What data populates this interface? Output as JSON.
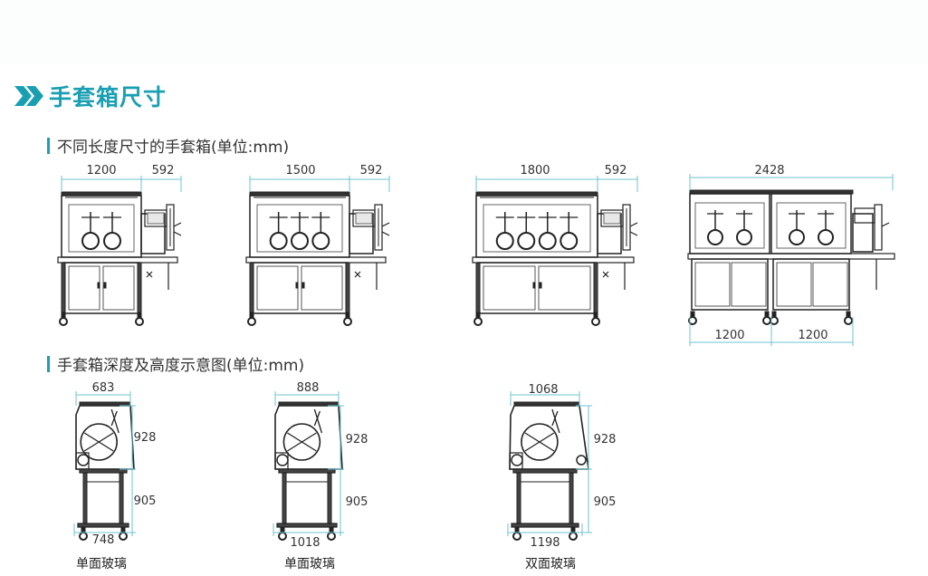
{
  "title": "手套箱尺寸",
  "section1": "不同长度尺寸的手套箱(单位:mm)",
  "section2": "手套箱深度及高度示意图(单位:mm)",
  "front_views": [
    {
      "length": "1200",
      "side": "592",
      "gloves": 2
    },
    {
      "length": "1500",
      "side": "592",
      "gloves": 3
    },
    {
      "length": "1800",
      "side": "592",
      "gloves": 4
    }
  ],
  "double_view": {
    "total": "2428",
    "unit_left": "1200",
    "unit_right": "1200"
  },
  "side_views": [
    {
      "top": "683",
      "glove_h": "928",
      "stand_h": "905",
      "bottom": "748",
      "caption": "单面玻璃"
    },
    {
      "top": "888",
      "glove_h": "928",
      "stand_h": "905",
      "bottom": "1018",
      "caption": "单面玻璃"
    },
    {
      "top": "1068",
      "glove_h": "928",
      "stand_h": "905",
      "bottom": "1198",
      "caption": "双面玻璃"
    }
  ],
  "colors": {
    "accent": "#1a9fb2",
    "dim_line": "#6fc3d1",
    "drawing": "#222222"
  }
}
